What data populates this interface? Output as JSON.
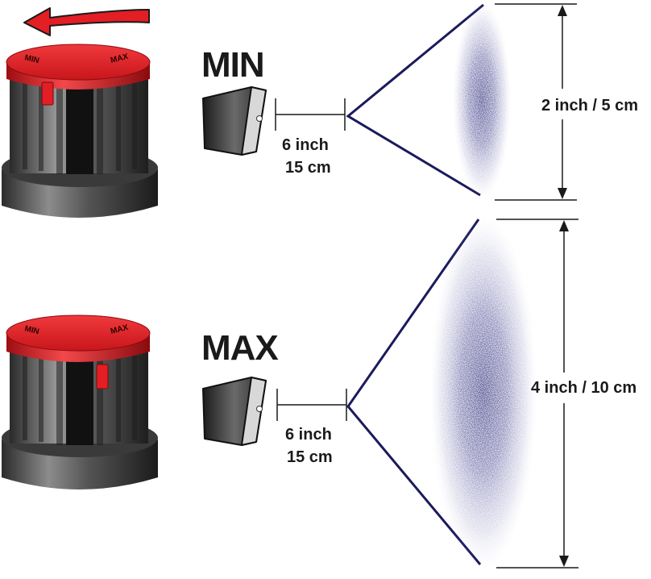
{
  "colors": {
    "knob_red": "#e31e24",
    "knob_dark_red": "#a50f12",
    "body_gray": "#4a4a4a",
    "base_gray": "#3a3a3a",
    "spray_navy": "#1e1b6e",
    "line_navy": "#1a1a5c",
    "arrow_red": "#e31e24"
  },
  "icons": {
    "rotate_arrow": "rotate-left-arrow-icon",
    "nozzle": "spray-nozzle-icon"
  },
  "min": {
    "label": "MIN",
    "knob_min": "MIN",
    "knob_max": "MAX",
    "distance_line1": "6 inch",
    "distance_line2": "15 cm",
    "width_label": "2 inch / 5 cm"
  },
  "max": {
    "label": "MAX",
    "knob_min": "MIN",
    "knob_max": "MAX",
    "distance_line1": "6 inch",
    "distance_line2": "15 cm",
    "width_label": "4 inch / 10 cm"
  }
}
